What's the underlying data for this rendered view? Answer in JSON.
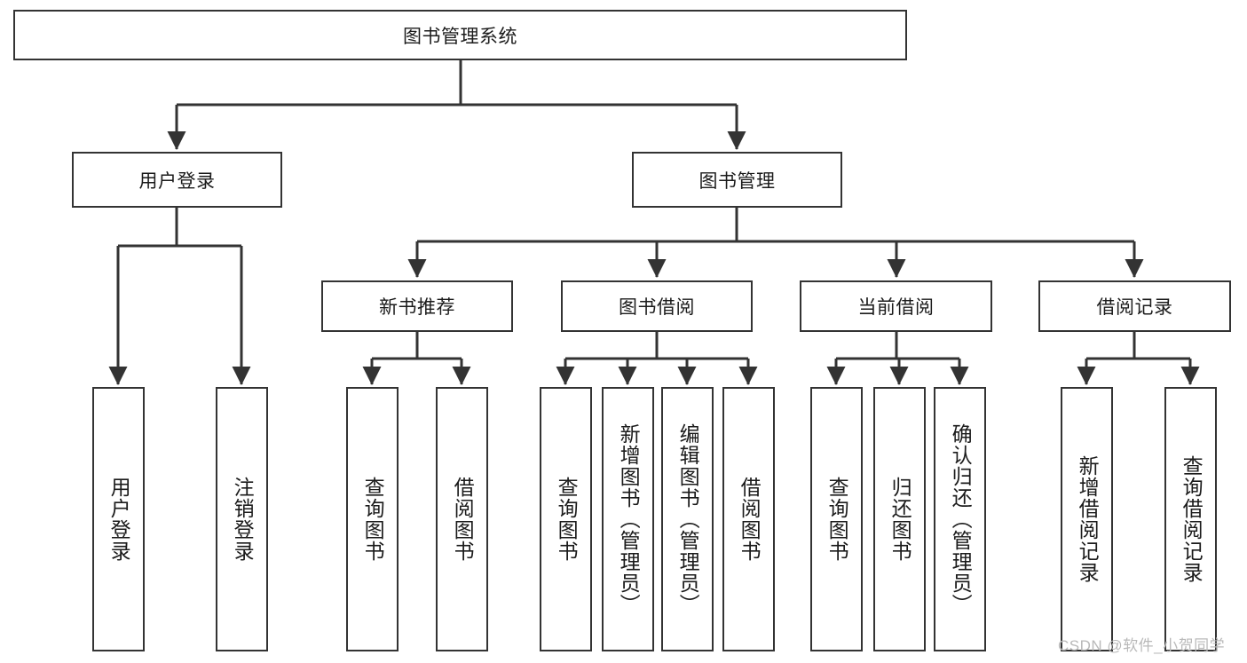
{
  "diagram": {
    "type": "tree",
    "title": "图书管理系统",
    "watermark": "CSDN @软件_小贺同学",
    "colors": {
      "box_border": "#333333",
      "box_fill": "#ffffff",
      "connector": "#333333",
      "text": "#1b1b1b",
      "watermark": "#b9b9b9"
    },
    "root": {
      "label": "图书管理系统"
    },
    "level2": [
      {
        "label": "用户登录"
      },
      {
        "label": "图书管理"
      }
    ],
    "level3": [
      {
        "label": "新书推荐"
      },
      {
        "label": "图书借阅"
      },
      {
        "label": "当前借阅"
      },
      {
        "label": "借阅记录"
      }
    ],
    "leaves": {
      "user_login": [
        {
          "label": "用户登录"
        },
        {
          "label": "注销登录"
        }
      ],
      "new_book_recommend": [
        {
          "label": "查询图书"
        },
        {
          "label": "借阅图书"
        }
      ],
      "book_borrow": [
        {
          "label": "查询图书"
        },
        {
          "label": "新增图书（管理员）"
        },
        {
          "label": "编辑图书（管理员）"
        },
        {
          "label": "借阅图书"
        }
      ],
      "current_borrow": [
        {
          "label": "查询图书"
        },
        {
          "label": "归还图书"
        },
        {
          "label": "确认归还（管理员）"
        }
      ],
      "borrow_record": [
        {
          "label": "新增借阅记录"
        },
        {
          "label": "查询借阅记录"
        }
      ]
    }
  }
}
